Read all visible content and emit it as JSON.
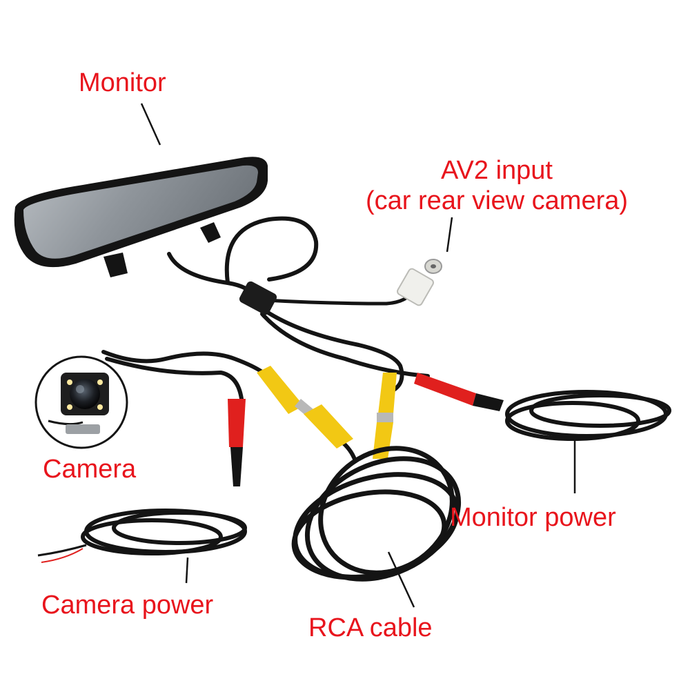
{
  "labels": {
    "monitor": "Monitor",
    "av2_line1": "AV2 input",
    "av2_line2": "(car rear view camera)",
    "camera": "Camera",
    "monitor_power": "Monitor power",
    "camera_power": "Camera power",
    "rca_cable": "RCA cable"
  },
  "colors": {
    "label": "#e8141c",
    "cable": "#141414",
    "rca_yellow": "#f2c814",
    "power_red": "#e0201e",
    "av2_white": "#f0f0ec",
    "mirror_glass": "#9aa0a6"
  }
}
